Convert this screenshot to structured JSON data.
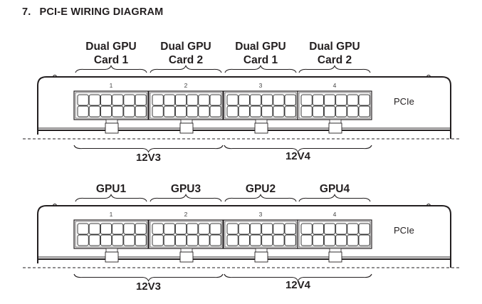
{
  "title": {
    "number": "7.",
    "text": "PCI-E WIRING DIAGRAM"
  },
  "diagrams": [
    {
      "id": "dual-gpu",
      "top_labels": [
        [
          "Dual GPU",
          "Card 1"
        ],
        [
          "Dual GPU",
          "Card 2"
        ],
        [
          "Dual GPU",
          "Card 1"
        ],
        [
          "Dual GPU",
          "Card 2"
        ]
      ],
      "slot_numbers": [
        "1",
        "2",
        "3",
        "4"
      ],
      "side_label": "PCIe",
      "rail_labels": [
        "12V3",
        "12V4"
      ]
    },
    {
      "id": "single-gpu",
      "top_labels": [
        [
          "GPU1"
        ],
        [
          "GPU3"
        ],
        [
          "GPU2"
        ],
        [
          "GPU4"
        ]
      ],
      "slot_numbers": [
        "1",
        "2",
        "3",
        "4"
      ],
      "side_label": "PCIe",
      "rail_labels": [
        "12V3",
        "12V4"
      ]
    }
  ],
  "colors": {
    "ink": "#231f20",
    "pin_outline": "#3a3a3a",
    "latch_fill": "#ffffff"
  }
}
